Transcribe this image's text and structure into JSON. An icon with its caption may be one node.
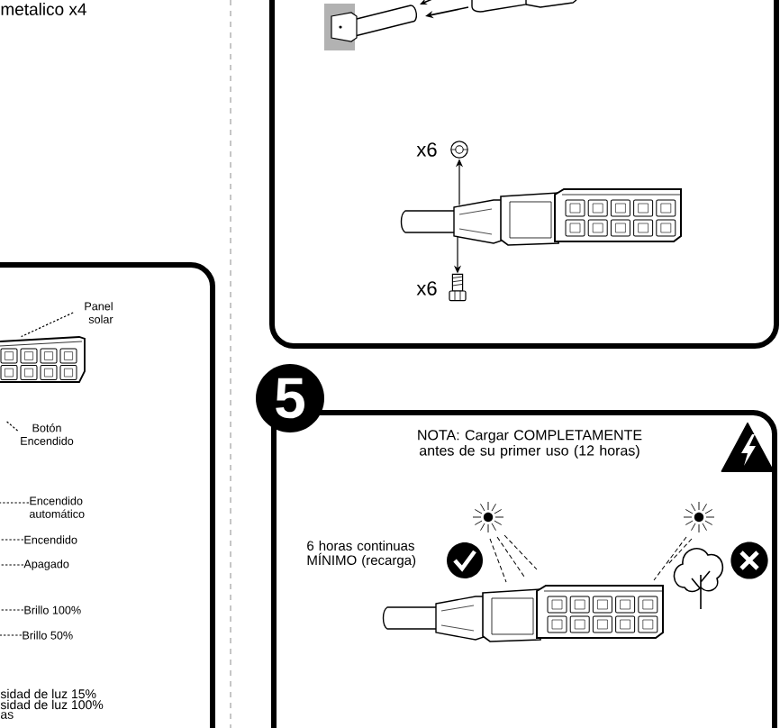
{
  "diagram": {
    "nodes": [
      {
        "text": [],
        "shape": "box"
      },
      {
        "text": [],
        "shape": "picture",
        "in": 0
      },
      {
        "text": [
          "Panel solar"
        ],
        "in": 0
      },
      {
        "text": [
          "Botón Encendido"
        ],
        "in": 0
      },
      {
        "text": [
          "Encendido automático"
        ],
        "in": 0
      },
      {
        "text": [
          "Encendido"
        ],
        "in": 0
      },
      {
        "text": [
          "Apagado"
        ],
        "in": 0
      },
      {
        "text": [
          "Brillo 100%"
        ],
        "in": 0
      },
      {
        "text": [
          "Brillo 50%"
        ],
        "in": 0
      },
      {
        "text": [],
        "shape": "box"
      },
      {
        "text": [],
        "shape": "picture",
        "in": 9
      },
      {
        "text": [],
        "shape": "picture",
        "beside": [
          "x6"
        ],
        "in": 9
      },
      {
        "text": [],
        "shape": "picture",
        "beside": [
          "x6"
        ],
        "in": 9
      },
      {
        "text": [
          "5"
        ]
      },
      {
        "text": [
          "NOTA: Cargar COMPLETAMENTE antes de su primer uso (12 horas)",
          "6 horas continuas MÍNIMO (recarga)"
        ]
      }
    ],
    "edges": [
      {
        "from": 2,
        "to": 1,
        "arrow": "none",
        "style": "dashed"
      },
      {
        "from": 3,
        "to": null,
        "arrow": "none",
        "style": "dashed"
      },
      {
        "from": 4,
        "to": null,
        "arrow": "none",
        "style": "dashed"
      },
      {
        "from": 5,
        "to": null,
        "arrow": "none",
        "style": "dashed"
      },
      {
        "from": 6,
        "to": null,
        "arrow": "none",
        "style": "dashed"
      },
      {
        "from": 7,
        "to": null,
        "arrow": "none",
        "style": "dashed"
      },
      {
        "from": 8,
        "to": null,
        "arrow": "none",
        "style": "dashed"
      },
      {
        "from": 10,
        "to": 11,
        "arrow": "to"
      },
      {
        "from": 10,
        "to": 12,
        "arrow": "to"
      }
    ],
    "labels": [
      "metalico x4",
      "sidad de luz 15%",
      "sidad de luz 100%",
      "as"
    ]
  }
}
